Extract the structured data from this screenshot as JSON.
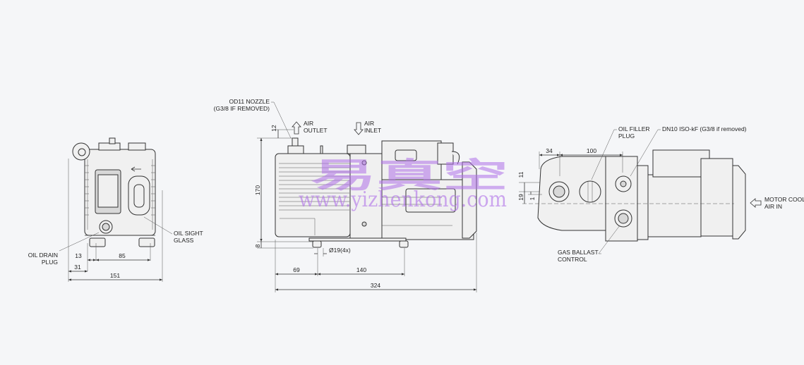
{
  "front_view": {
    "labels": {
      "oil_drain_plug": [
        "OIL DRAIN",
        "PLUG"
      ],
      "oil_sight_glass": [
        "OIL SIGHT",
        "GLASS"
      ]
    },
    "dimensions": {
      "d13": "13",
      "d85": "85",
      "d31": "31",
      "d151": "151"
    }
  },
  "side_view": {
    "labels": {
      "nozzle": [
        "OD11 NOZZLE",
        "(G3/8 IF REMOVED)"
      ],
      "air_outlet": [
        "AIR",
        "OUTLET"
      ],
      "air_inlet": [
        "AIR",
        "INLET"
      ],
      "feet": "Ø19(4x)"
    },
    "dimensions": {
      "d12": "12",
      "d170": "170",
      "d8": "8",
      "d69": "69",
      "d140": "140",
      "d324": "324"
    }
  },
  "top_view": {
    "labels": {
      "oil_filler_plug": [
        "OIL FILLER",
        "PLUG"
      ],
      "dn10": "DN10 ISO-kF (G3/8 if removed)",
      "gas_ballast": [
        "GAS BALLAST",
        "CONTROL"
      ],
      "motor_cool": [
        "MOTOR COOL",
        "AIR IN"
      ]
    },
    "dimensions": {
      "d34": "34",
      "d100": "100",
      "d11": "11",
      "d19": "19",
      "d1": "1"
    }
  },
  "watermark": {
    "chinese": "易真空",
    "url": "www.yizhenkong.com"
  },
  "colors": {
    "background": "#f5f6f8",
    "watermark": "#b070e8"
  }
}
